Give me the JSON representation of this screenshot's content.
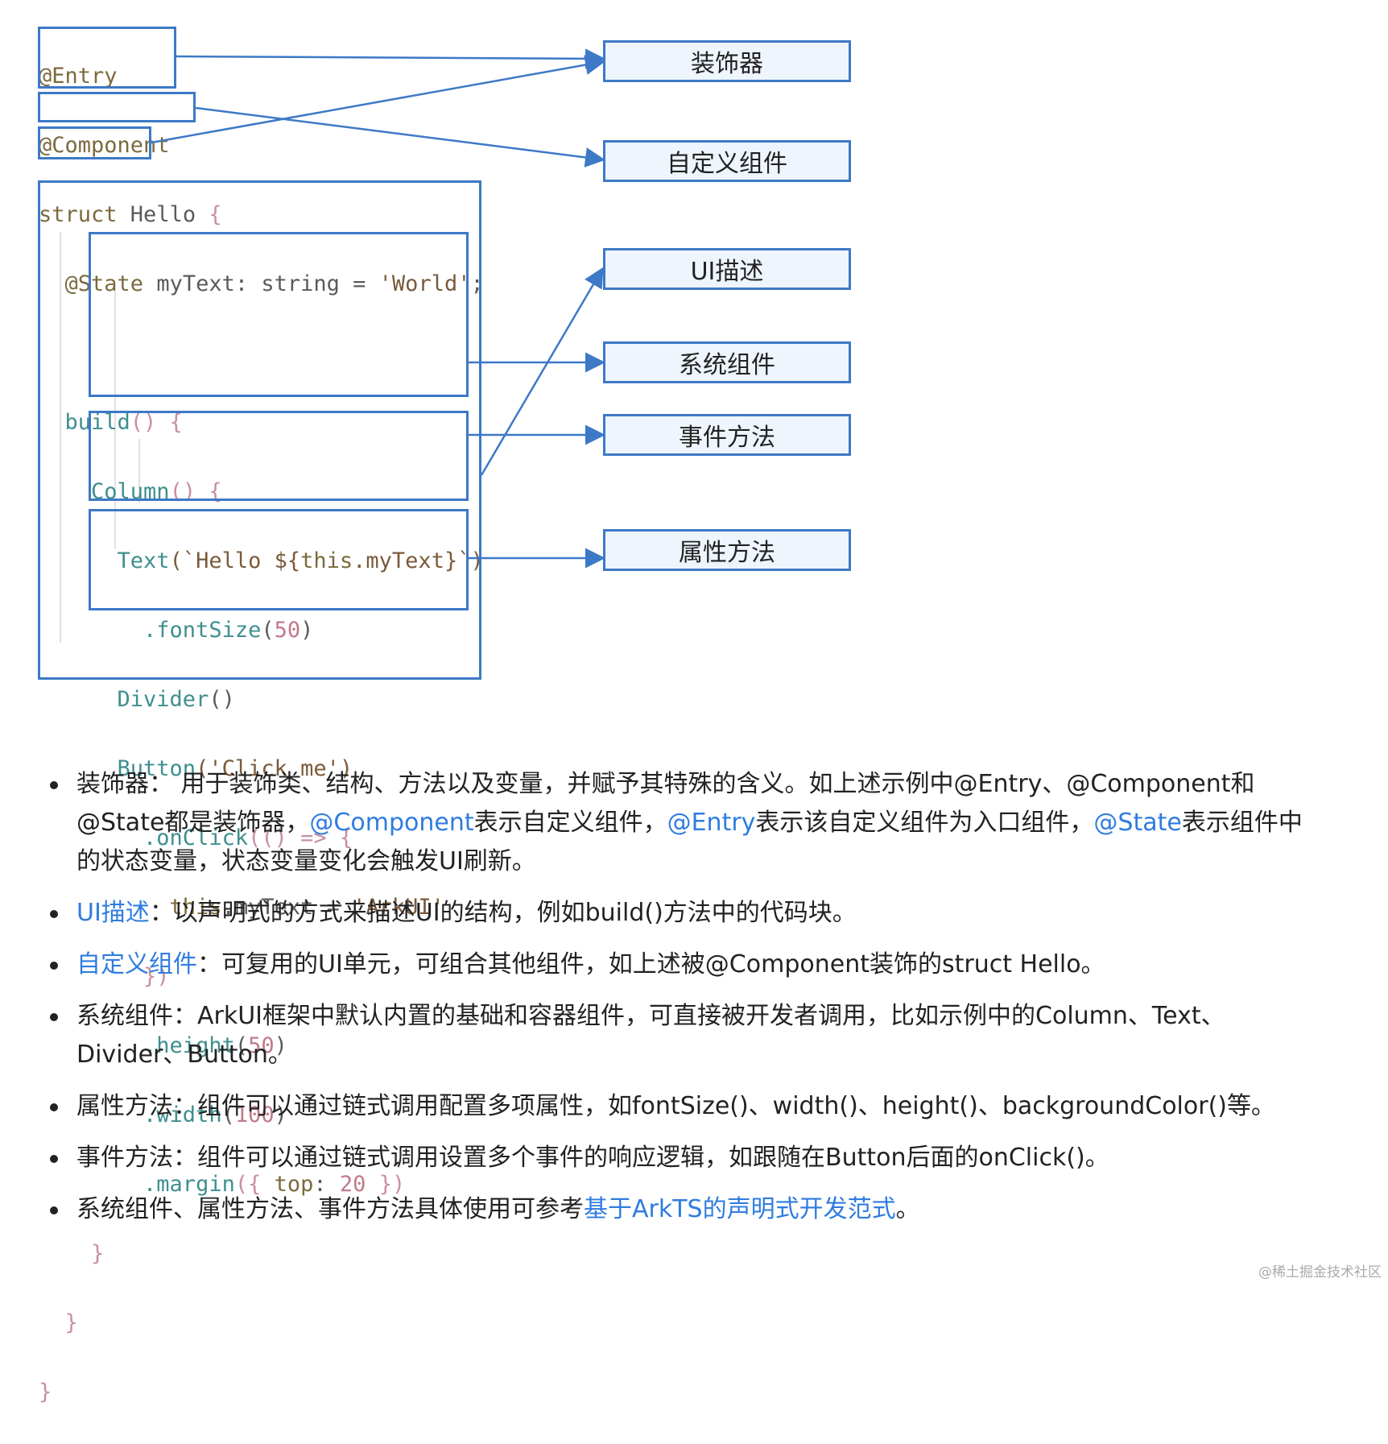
{
  "code": {
    "l1": "@Entry",
    "l2": "@Component",
    "l3a": "struct",
    "l3b": " Hello ",
    "l3c": "{",
    "l4a": "  @State ",
    "l4b": "myText",
    "l4c": ": string = ",
    "l4d": "'World'",
    "l4e": ";",
    "l5a": "  build",
    "l5b": "() {",
    "l6a": "    Column",
    "l6b": "() {",
    "l7a": "      Text",
    "l7b": "(`Hello ${",
    "l7c": "this",
    "l7d": ".myText}`)",
    "l8a": "        .fontSize",
    "l8b": "(",
    "l8c": "50",
    "l8d": ")",
    "l9a": "      Divider",
    "l9b": "()",
    "l10a": "      Button",
    "l10b": "('Click me')",
    "l11a": "        .onClick",
    "l11b": "(() => {",
    "l12a": "          this",
    "l12b": ".myText = ",
    "l12c": "'ArkUI'",
    "l13": "        })",
    "l14a": "        .height",
    "l14b": "(",
    "l14c": "50",
    "l14d": ")",
    "l15a": "        .width",
    "l15b": "(",
    "l15c": "100",
    "l15d": ")",
    "l16a": "        .margin",
    "l16b": "({ ",
    "l16c": "top",
    "l16d": ": ",
    "l16e": "20",
    "l16f": " })",
    "l17": "    }",
    "l18": "  }",
    "l19": "}"
  },
  "labels": {
    "decorator": "装饰器",
    "custom_component": "自定义组件",
    "ui_description": "UI描述",
    "system_component": "系统组件",
    "event_method": "事件方法",
    "attribute_method": "属性方法"
  },
  "bullets": {
    "b1_term": "装饰器",
    "b1_text1": "： 用于装饰类、结构、方法以及变量，并赋予其特殊的含义。如上述示例中@Entry、@Component和@State都是装饰器，",
    "b1_link1": "@Component",
    "b1_text2": "表示自定义组件，",
    "b1_link2": "@Entry",
    "b1_text3": "表示该自定义组件为入口组件，",
    "b1_link3": "@State",
    "b1_text4": "表示组件中的状态变量，状态变量变化会触发UI刷新。",
    "b2_link": "UI描述",
    "b2_text": "：以声明式的方式来描述UI的结构，例如build()方法中的代码块。",
    "b3_link": "自定义组件",
    "b3_text": "：可复用的UI单元，可组合其他组件，如上述被@Component装饰的struct Hello。",
    "b4_text": "系统组件：ArkUI框架中默认内置的基础和容器组件，可直接被开发者调用，比如示例中的Column、Text、Divider、Button。",
    "b5_text": "属性方法：组件可以通过链式调用配置多项属性，如fontSize()、width()、height()、backgroundColor()等。",
    "b6_text": "事件方法：组件可以通过链式调用设置多个事件的响应逻辑，如跟随在Button后面的onClick()。",
    "b7_text1": "系统组件、属性方法、事件方法具体使用可参考",
    "b7_link": "基于ArkTS的声明式开发范式",
    "b7_text2": "。"
  },
  "watermark": "@稀土掘金技术社区",
  "colors": {
    "accent": "#3d79c7",
    "link": "#2f7ce0",
    "label_bg": "#eef5fd"
  }
}
